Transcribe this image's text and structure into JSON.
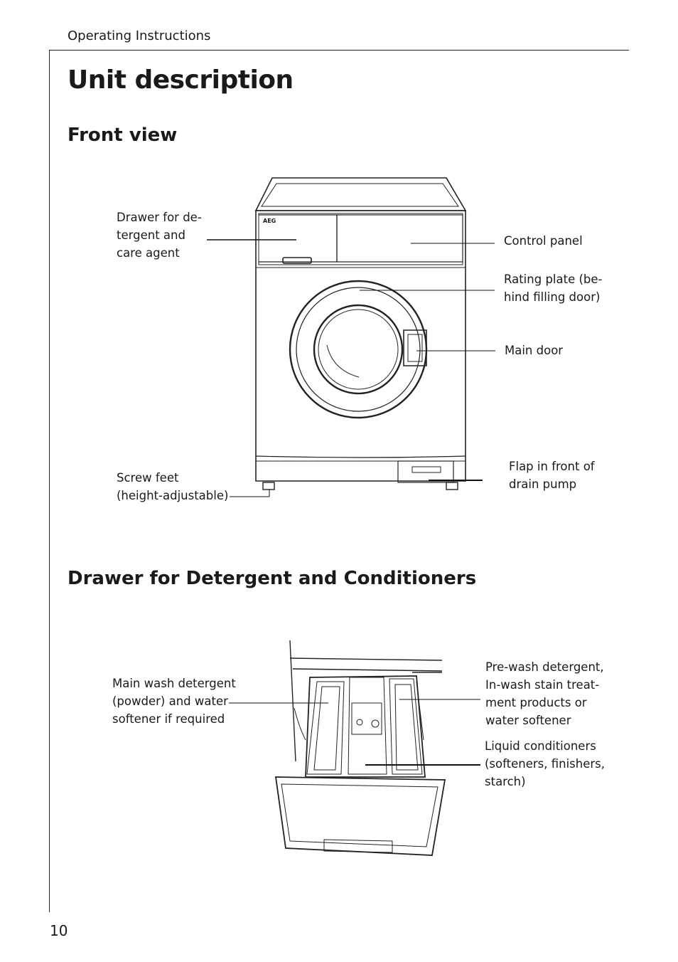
{
  "header": {
    "running_head": "Operating Instructions"
  },
  "page": {
    "title": "Unit description",
    "number": "10"
  },
  "front_view": {
    "heading": "Front view",
    "brand": "AEG",
    "labels": {
      "drawer": "Drawer for de-\ntergent and\ncare agent",
      "control_panel": "Control panel",
      "rating_plate": "Rating plate (be-\nhind filling door)",
      "main_door": "Main door",
      "screw_feet": "Screw feet\n(height-adjustable)",
      "flap": "Flap in front of\ndrain pump"
    }
  },
  "drawer_section": {
    "heading": "Drawer for Detergent and Conditioners",
    "labels": {
      "main_wash": "Main wash detergent\n(powder) and water\nsoftener if required",
      "pre_wash": "Pre-wash detergent,\nIn-wash stain treat-\nment products or\nwater softener",
      "liquid": "Liquid conditioners\n(softeners, finishers,\nstarch)"
    }
  }
}
